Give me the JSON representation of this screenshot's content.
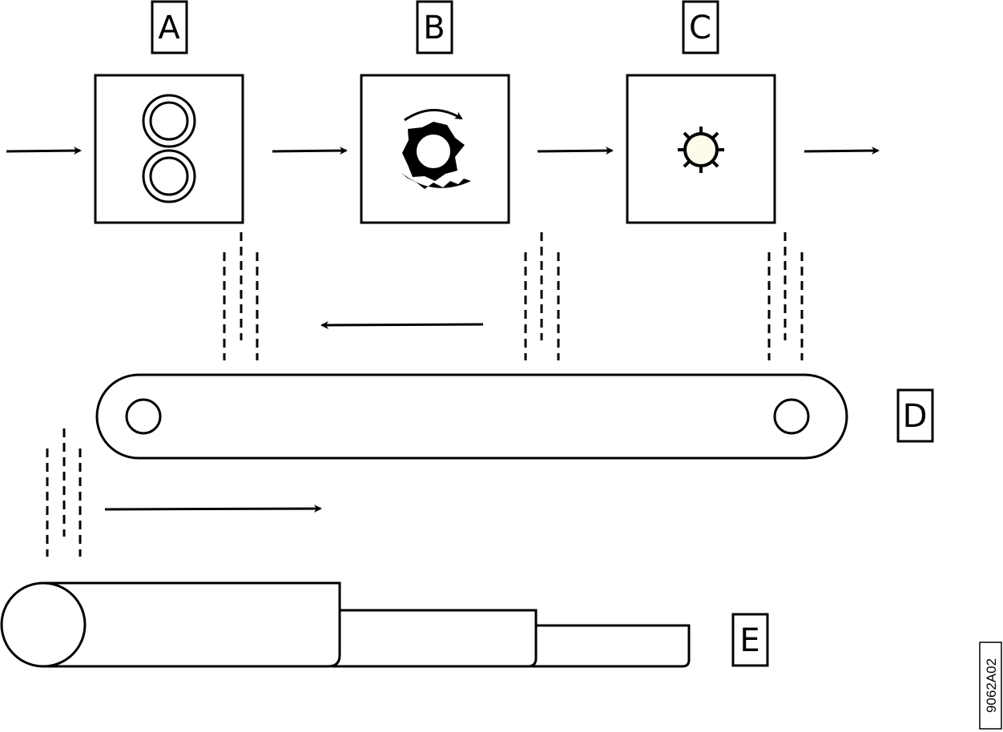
{
  "labels": {
    "a": "A",
    "b": "B",
    "c": "C",
    "d": "D",
    "e": "E"
  },
  "figure_code": "9062A02",
  "colors": {
    "line": "#000000",
    "pellet_fill": "#fdfbec",
    "background": "#ffffff"
  }
}
